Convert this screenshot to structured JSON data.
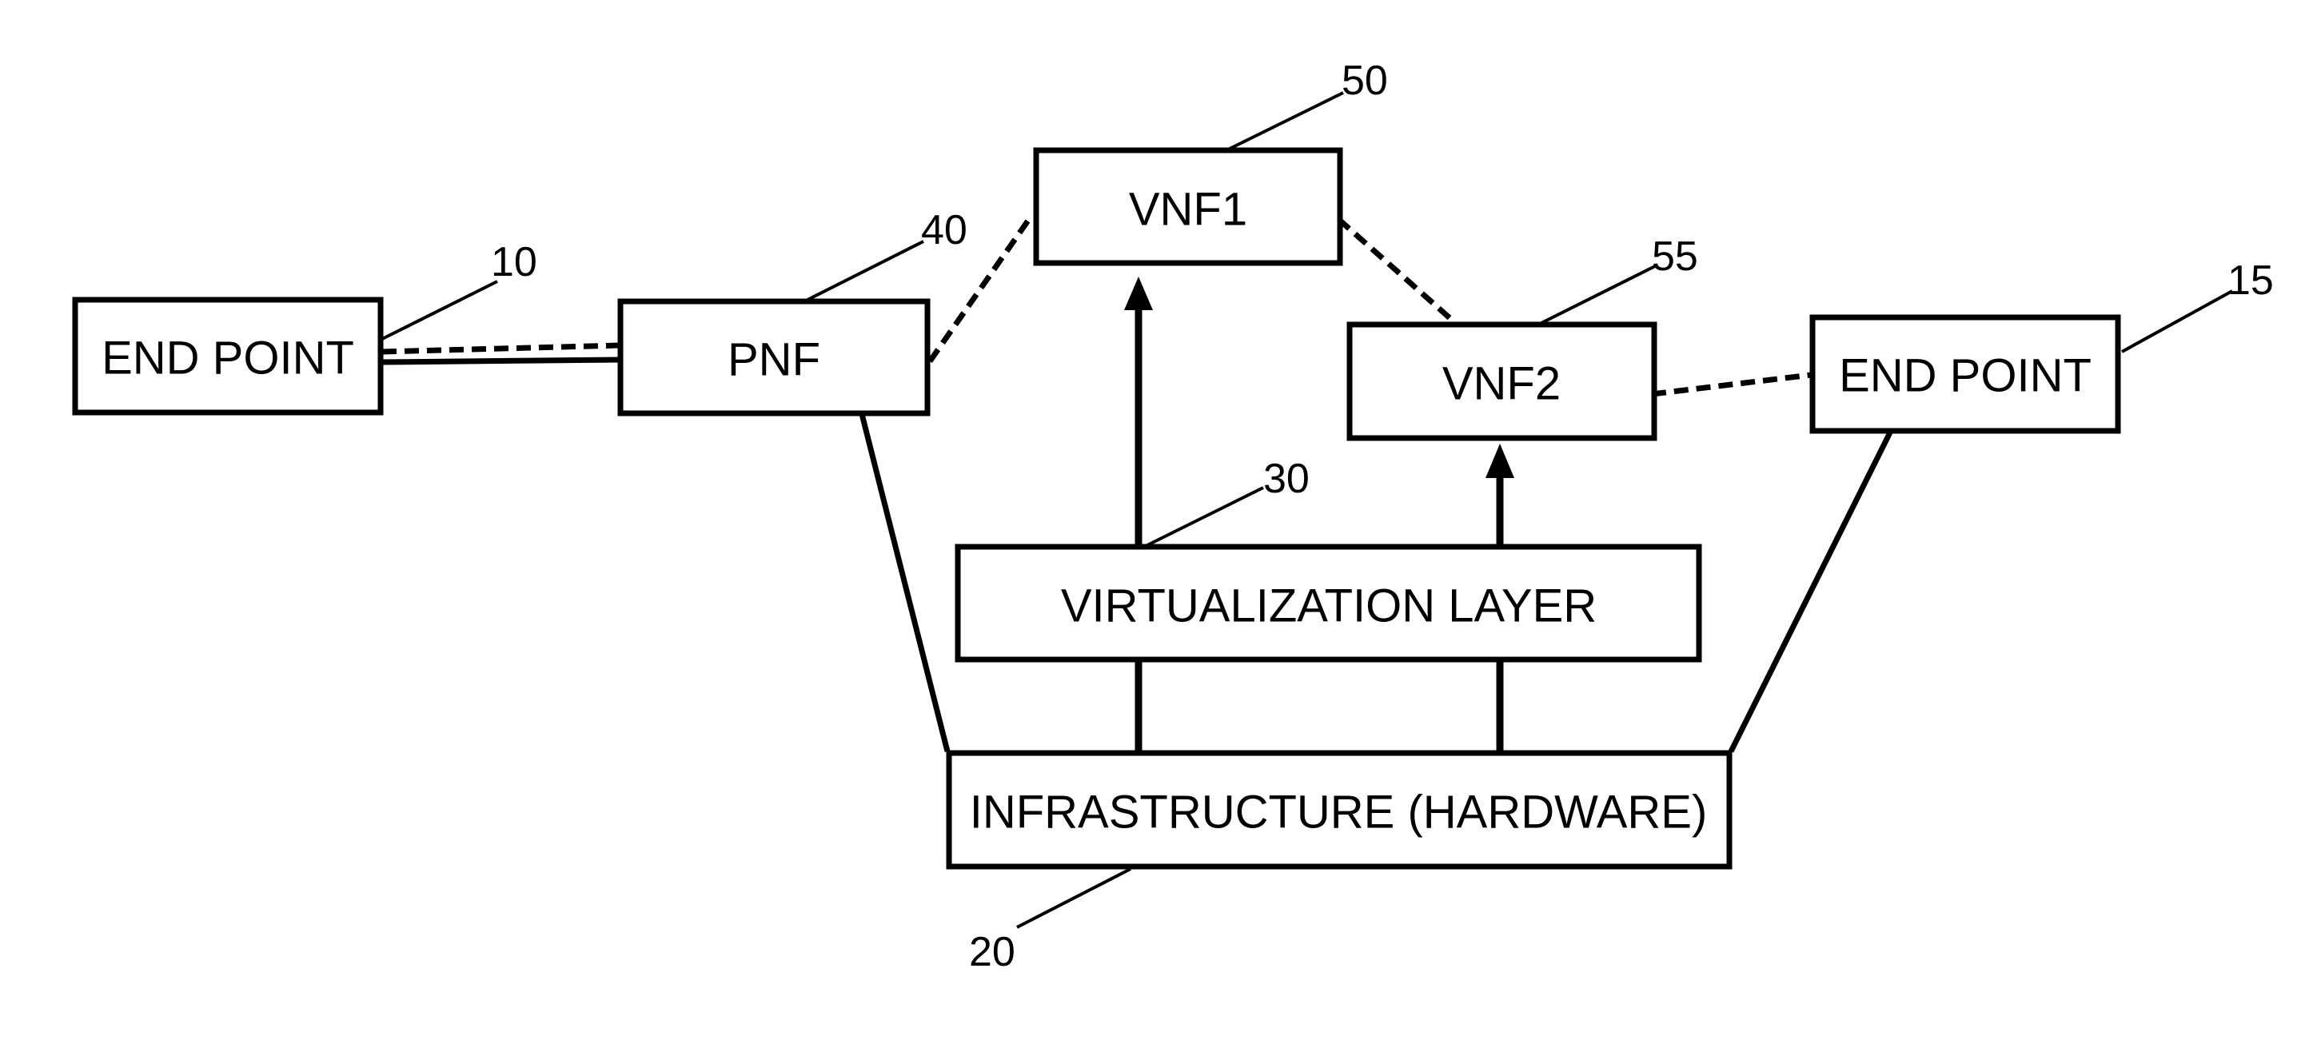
{
  "nodes": {
    "endpoint_left": {
      "label": "END POINT",
      "ref": "10"
    },
    "pnf": {
      "label": "PNF",
      "ref": "40"
    },
    "vnf1": {
      "label": "VNF1",
      "ref": "50"
    },
    "vnf2": {
      "label": "VNF2",
      "ref": "55"
    },
    "endpoint_right": {
      "label": "END POINT",
      "ref": "15"
    },
    "virtualization_layer": {
      "label": "VIRTUALIZATION LAYER",
      "ref": "30"
    },
    "infrastructure": {
      "label": "INFRASTRUCTURE (HARDWARE)",
      "ref": "20"
    }
  },
  "connections": [
    {
      "from": "endpoint_left",
      "to": "pnf",
      "style": "solid"
    },
    {
      "from": "endpoint_left",
      "to": "pnf",
      "style": "dashed"
    },
    {
      "from": "pnf",
      "to": "vnf1",
      "style": "dashed"
    },
    {
      "from": "vnf1",
      "to": "vnf2",
      "style": "dashed"
    },
    {
      "from": "vnf2",
      "to": "endpoint_right",
      "style": "dashed"
    },
    {
      "from": "pnf",
      "to": "infrastructure",
      "style": "solid"
    },
    {
      "from": "endpoint_right",
      "to": "infrastructure",
      "style": "solid"
    },
    {
      "from": "infrastructure",
      "to": "virtualization_layer",
      "style": "solid"
    },
    {
      "from": "virtualization_layer",
      "to": "vnf1",
      "style": "arrow"
    },
    {
      "from": "virtualization_layer",
      "to": "vnf2",
      "style": "arrow"
    }
  ],
  "colors": {
    "stroke": "#000000",
    "background": "#ffffff"
  }
}
